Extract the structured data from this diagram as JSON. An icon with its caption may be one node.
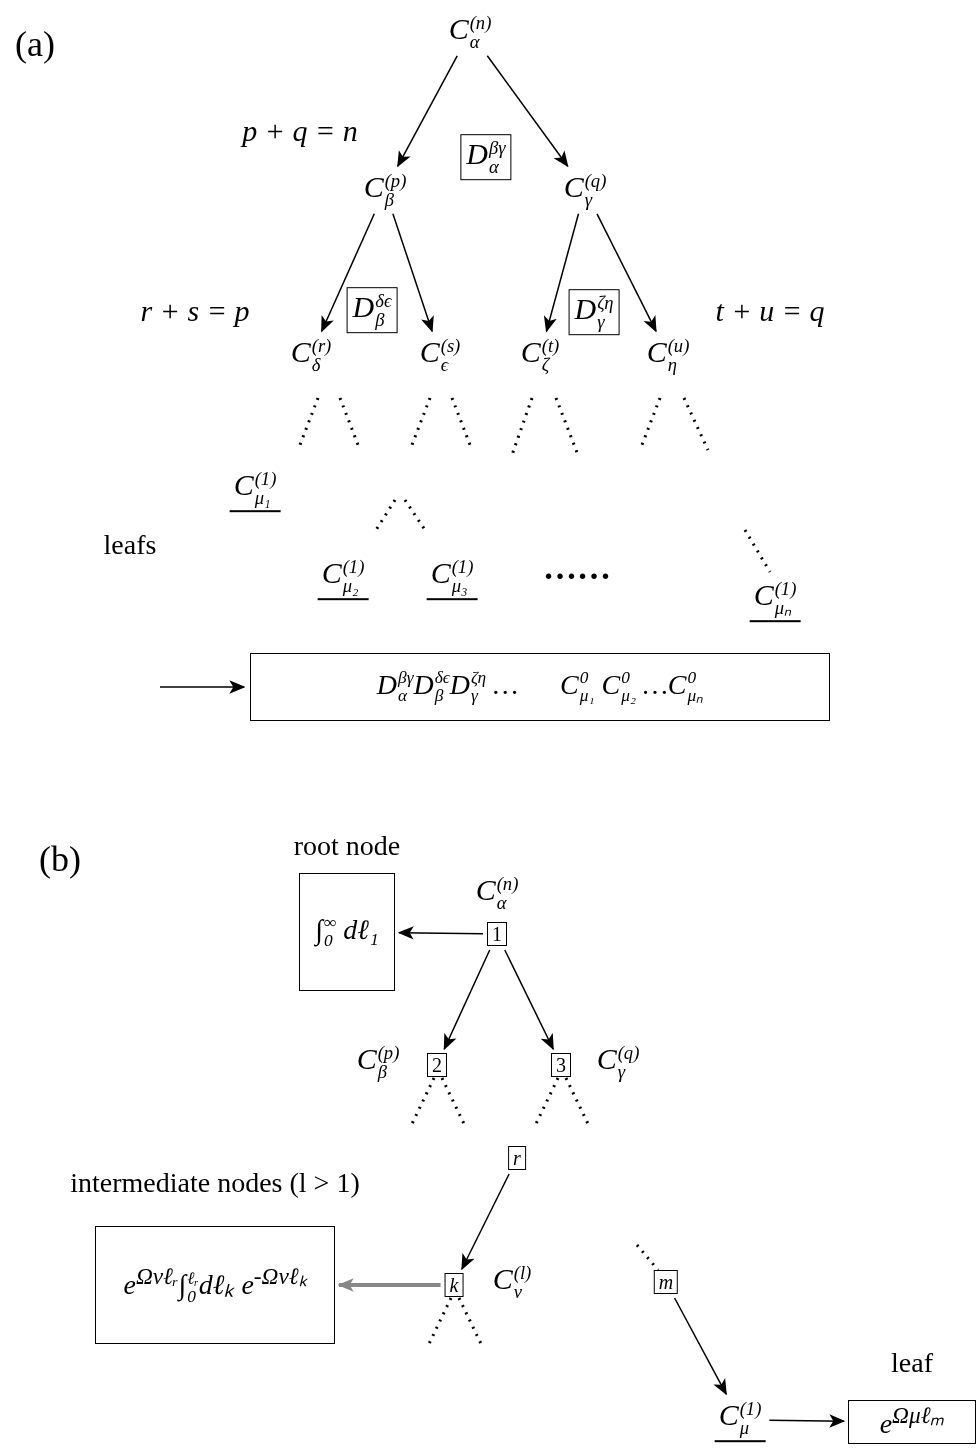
{
  "diagram": {
    "nodes": [
      {
        "text": [
          "C$_{α}$$^{(n)}$"
        ]
      },
      {
        "text": [
          "C$_{β}$$^{(p)}$"
        ]
      },
      {
        "text": [
          "C$_{γ}$$^{(q)}$"
        ]
      },
      {
        "text": [
          "D$_{α}$$^{βγ}$"
        ]
      },
      {
        "text": [
          "C$_{δ}$$^{(r)}$"
        ]
      },
      {
        "text": [
          "C$_{ϵ}$$^{(s)}$"
        ]
      },
      {
        "text": [
          "D$_{β}$$^{δϵ}$"
        ]
      },
      {
        "text": [
          "C$_{ζ}$$^{(t)}$"
        ]
      },
      {
        "text": [
          "C$_{η}$$^{(u)}$"
        ]
      },
      {
        "text": [
          "D$_{γ}$$^{ζη}$"
        ]
      },
      {
        "text": [
          "C$_{μ₁}$$^{(1)}$"
        ]
      },
      {
        "text": [
          "C$_{μ₂}$$^{(1)}$"
        ]
      },
      {
        "text": [
          "C$_{μ₃}$$^{(1)}$"
        ]
      },
      {
        "text": [
          "C$_{μₙ}$$^{(1)}$"
        ]
      },
      {
        "text": [
          "D$_{α}$$^{βγ}$D$_{β}$$^{δϵ}$D$_{γ}$$^{ζη}$ …",
          "C$_{μ₁}$$^{0}$ C$_{μ₂}$$^{0}$ …C$_{μₙ}$$^{0}$"
        ]
      },
      {
        "text": [
          "root node",
          "∫$_{0}$$^{∞}$ dℓ₁"
        ]
      },
      {
        "text": [
          "1"
        ],
        "beside": [
          "C$_{α}$$^{(n)}$"
        ]
      },
      {
        "text": [
          "2"
        ],
        "beside": [
          "C$_{β}$$^{(p)}$"
        ]
      },
      {
        "text": [
          "3"
        ],
        "beside": [
          "C$_{γ}$$^{(q)}$"
        ]
      },
      {
        "text": [
          "r"
        ]
      },
      {
        "text": [
          "k"
        ],
        "beside": [
          "C$_{ν}$$^{(l)}$"
        ]
      },
      {
        "text": [
          "intermediate nodes (l > 1)",
          "e$^{Ωνℓᵣ}$∫$_{0}$$^{ℓᵣ}$dℓₖ e$^{-Ωνℓₖ}$"
        ]
      },
      {
        "text": [
          "m"
        ]
      },
      {
        "text": [
          "C$_{μ}$$^{(1)}$"
        ]
      },
      {
        "text": [
          "leaf",
          "e$^{Ωμℓₘ}$"
        ]
      }
    ],
    "edges": [
      {
        "from": 0,
        "to": 1,
        "arrow": "to"
      },
      {
        "from": 0,
        "to": 2,
        "arrow": "to"
      },
      {
        "from": 1,
        "to": 4,
        "arrow": "to"
      },
      {
        "from": 1,
        "to": 5,
        "arrow": "to"
      },
      {
        "from": 2,
        "to": 7,
        "arrow": "to"
      },
      {
        "from": 2,
        "to": 8,
        "arrow": "to"
      },
      {
        "from": null,
        "to": 14,
        "arrow": "to"
      },
      {
        "from": 16,
        "to": 15,
        "arrow": "to"
      },
      {
        "from": 16,
        "to": 17,
        "arrow": "to"
      },
      {
        "from": 16,
        "to": 18,
        "arrow": "to"
      },
      {
        "from": 19,
        "to": 20,
        "arrow": "to"
      },
      {
        "from": 20,
        "to": 21,
        "arrow": "to",
        "style": "thick",
        "color": "#888888"
      },
      {
        "from": 22,
        "to": 23,
        "arrow": "to"
      },
      {
        "from": 23,
        "to": 24,
        "arrow": "to"
      }
    ],
    "labels": [
      "(a)",
      "p + q = n",
      "r + s = p",
      "t + u = q",
      "leafs",
      "……",
      "(b)"
    ]
  }
}
